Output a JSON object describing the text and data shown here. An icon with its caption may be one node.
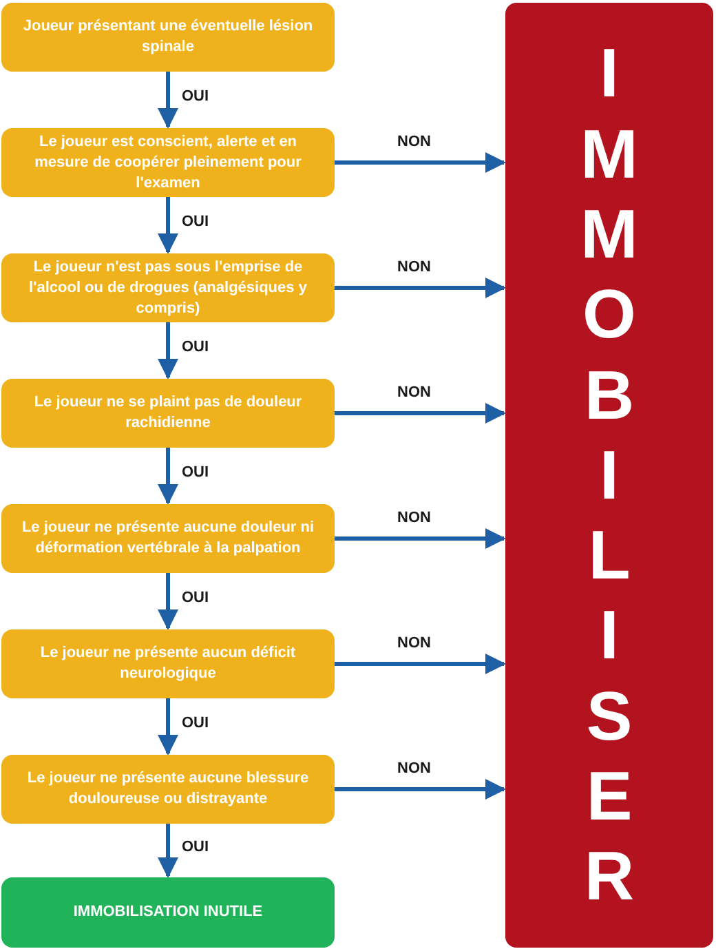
{
  "diagram": {
    "nodes": [
      {
        "text": [
          "Joueur présentant une éventuelle lésion spinale"
        ]
      },
      {
        "text": [
          "Le joueur est conscient, alerte et en mesure de coopérer pleinement pour l'examen"
        ]
      },
      {
        "text": [
          "Le joueur n'est pas sous l'emprise de l'alcool ou de drogues (analgésiques y compris)"
        ]
      },
      {
        "text": [
          "Le joueur ne se plaint pas de douleur rachidienne"
        ]
      },
      {
        "text": [
          "Le joueur ne présente aucune douleur ni déformation vertébrale à la palpation"
        ]
      },
      {
        "text": [
          "Le joueur ne présente aucun déficit neurologique"
        ]
      },
      {
        "text": [
          "Le joueur ne présente aucune blessure douloureuse ou distrayante"
        ]
      },
      {
        "text": [
          "IMMOBILISATION INUTILE"
        ]
      },
      {
        "text": [
          "IMMOBILISER"
        ]
      }
    ],
    "edges": [
      {
        "from": 0,
        "to": 1,
        "arrow": "to",
        "label": "OUI"
      },
      {
        "from": 1,
        "to": 2,
        "arrow": "to",
        "label": "OUI"
      },
      {
        "from": 2,
        "to": 3,
        "arrow": "to",
        "label": "OUI"
      },
      {
        "from": 3,
        "to": 4,
        "arrow": "to",
        "label": "OUI"
      },
      {
        "from": 4,
        "to": 5,
        "arrow": "to",
        "label": "OUI"
      },
      {
        "from": 5,
        "to": 6,
        "arrow": "to",
        "label": "OUI"
      },
      {
        "from": 6,
        "to": 7,
        "arrow": "to",
        "label": "OUI"
      },
      {
        "from": 1,
        "to": 8,
        "arrow": "to",
        "label": "NON"
      },
      {
        "from": 2,
        "to": 8,
        "arrow": "to",
        "label": "NON"
      },
      {
        "from": 3,
        "to": 8,
        "arrow": "to",
        "label": "NON"
      },
      {
        "from": 4,
        "to": 8,
        "arrow": "to",
        "label": "NON"
      },
      {
        "from": 5,
        "to": 8,
        "arrow": "to",
        "label": "NON"
      },
      {
        "from": 6,
        "to": 8,
        "arrow": "to",
        "label": "NON"
      }
    ]
  }
}
